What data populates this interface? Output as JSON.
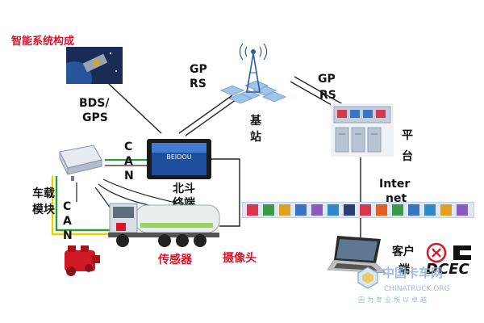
{
  "title": "智能系统构成",
  "labels": {
    "bds_gps": [
      "BDS/",
      "GPS"
    ],
    "gprs_left": [
      "GP",
      "RS"
    ],
    "gprs_right": [
      "GP",
      "RS"
    ],
    "base_station": [
      "基",
      "站"
    ],
    "can_mid": [
      "C",
      "A",
      "N"
    ],
    "beidou_terminal": [
      "北斗",
      "终端"
    ],
    "vehicle_module": [
      "车载",
      "模块"
    ],
    "can_left": [
      "C",
      "A",
      "N"
    ],
    "sensor": "传感器",
    "camera": "摄像头",
    "platform": [
      "平",
      "台"
    ],
    "internet": [
      "Inter",
      "net"
    ],
    "client": [
      "客户",
      "端"
    ],
    "screen_logo": "BEIDOU"
  },
  "watermark": {
    "cn": "中国卡车网",
    "en": "CHINATRUCK.ORG",
    "slogan": "因为专业所以卓越",
    "logo_right": "DCEC"
  },
  "colors": {
    "title_red": "#d8152a",
    "wire_green": "#2e9b3a",
    "wire_yellow": "#e8d300",
    "wire_black": "#222222"
  }
}
